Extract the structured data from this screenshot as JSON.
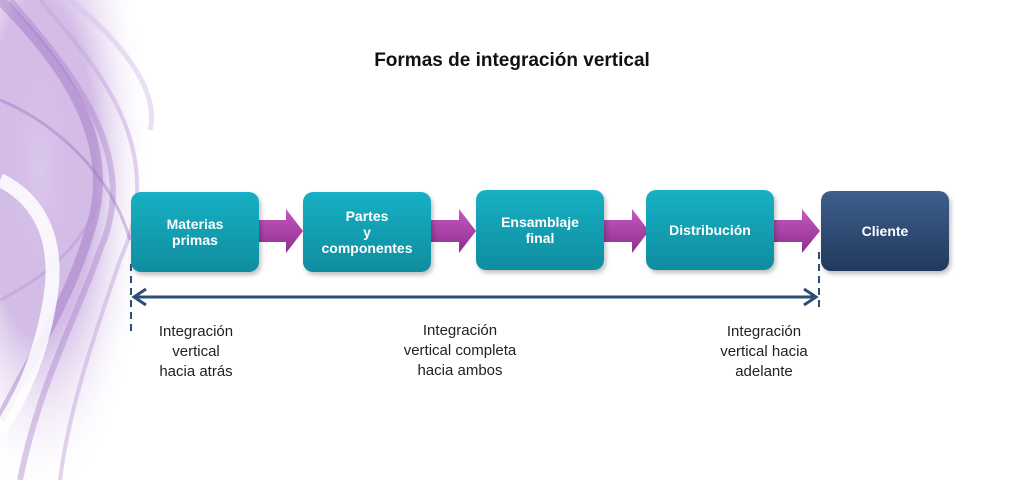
{
  "title": "Formas de integración vertical",
  "stages": [
    {
      "label": "Materias\nprimas",
      "variant": "teal"
    },
    {
      "label": "Partes\ny\ncomponentes",
      "variant": "teal"
    },
    {
      "label": "Ensamblaje\nfinal",
      "variant": "teal"
    },
    {
      "label": "Distribución",
      "variant": "teal"
    },
    {
      "label": "Cliente",
      "variant": "navy"
    }
  ],
  "labels": {
    "backward": "Integración\nvertical\nhacia atrás",
    "complete": "Integración\nvertical completa\nhacia ambos",
    "forward": "Integración\nvertical hacia\nadelante"
  },
  "colors": {
    "stage": "#0f9cb0",
    "client": "#2b4a72",
    "connector": "#a93aa3",
    "span_arrow": "#2e4e78"
  },
  "icons": [
    "connector-arrow-icon",
    "double-headed-arrow-icon"
  ]
}
